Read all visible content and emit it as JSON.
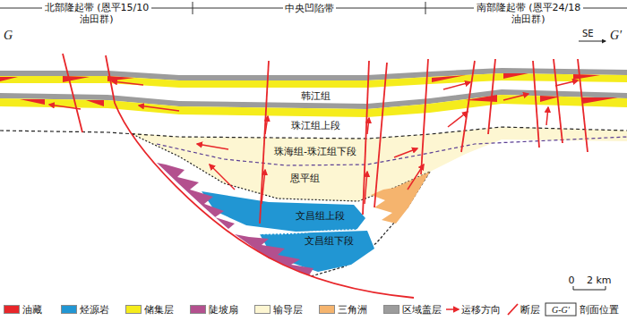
{
  "diagram": {
    "labels": [
      "北部隆起带 (恩平15/10油田群)",
      "中央凹陷带",
      "南部隆起带 (恩平24/18油田群)",
      "G",
      "SE",
      "G′",
      "韩江组",
      "珠江组上段",
      "珠海组-珠江组下段",
      "恩平组",
      "文昌组上段",
      "文昌组下段",
      "0",
      "2 km",
      "G-G′"
    ],
    "legend": [
      {
        "text": "油藏",
        "color": "#e8262a"
      },
      {
        "text": "烃源岩",
        "color": "#2196d3"
      },
      {
        "text": "储集层",
        "color": "#f5ec1c"
      },
      {
        "text": "陡坡扇",
        "color": "#b3508e"
      },
      {
        "text": "输导层",
        "color": "#fdf6d2"
      },
      {
        "text": "三角洲",
        "color": "#f5b46e"
      },
      {
        "text": "区域盖层",
        "color": "#9c9c9c"
      },
      {
        "text": "运移方向"
      },
      {
        "text": "断层"
      },
      {
        "text": "剖面位置"
      }
    ]
  }
}
